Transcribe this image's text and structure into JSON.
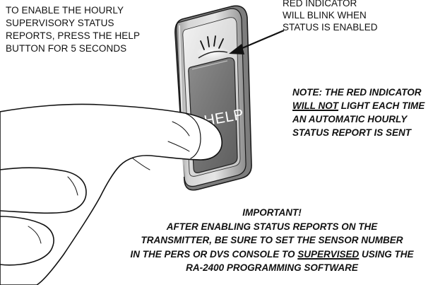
{
  "instruction": {
    "lines": [
      "TO ENABLE THE HOURLY",
      "SUPERVISORY STATUS",
      "REPORTS, PRESS THE HELP",
      "BUTTON FOR 5 SECONDS"
    ]
  },
  "indicator": {
    "lines": [
      "RED INDICATOR",
      "WILL BLINK WHEN",
      "STATUS IS ENABLED"
    ]
  },
  "device": {
    "button_label": "HELP"
  },
  "note": {
    "line1": "NOTE: THE RED INDICATOR",
    "line2_underlined": "WILL NOT",
    "line2_rest": " LIGHT EACH TIME",
    "line3": "AN AUTOMATIC HOURLY",
    "line4": "STATUS REPORT IS SENT"
  },
  "important": {
    "line1": "IMPORTANT!",
    "line2": "AFTER ENABLING STATUS REPORTS ON THE",
    "line3": "TRANSMITTER, BE SURE TO SET THE SENSOR NUMBER",
    "line4_before": "IN THE PERS OR DVS CONSOLE TO ",
    "line4_underlined": "SUPERVISED",
    "line4_after": " USING THE",
    "line5": "RA-2400 PROGRAMMING SOFTWARE"
  }
}
